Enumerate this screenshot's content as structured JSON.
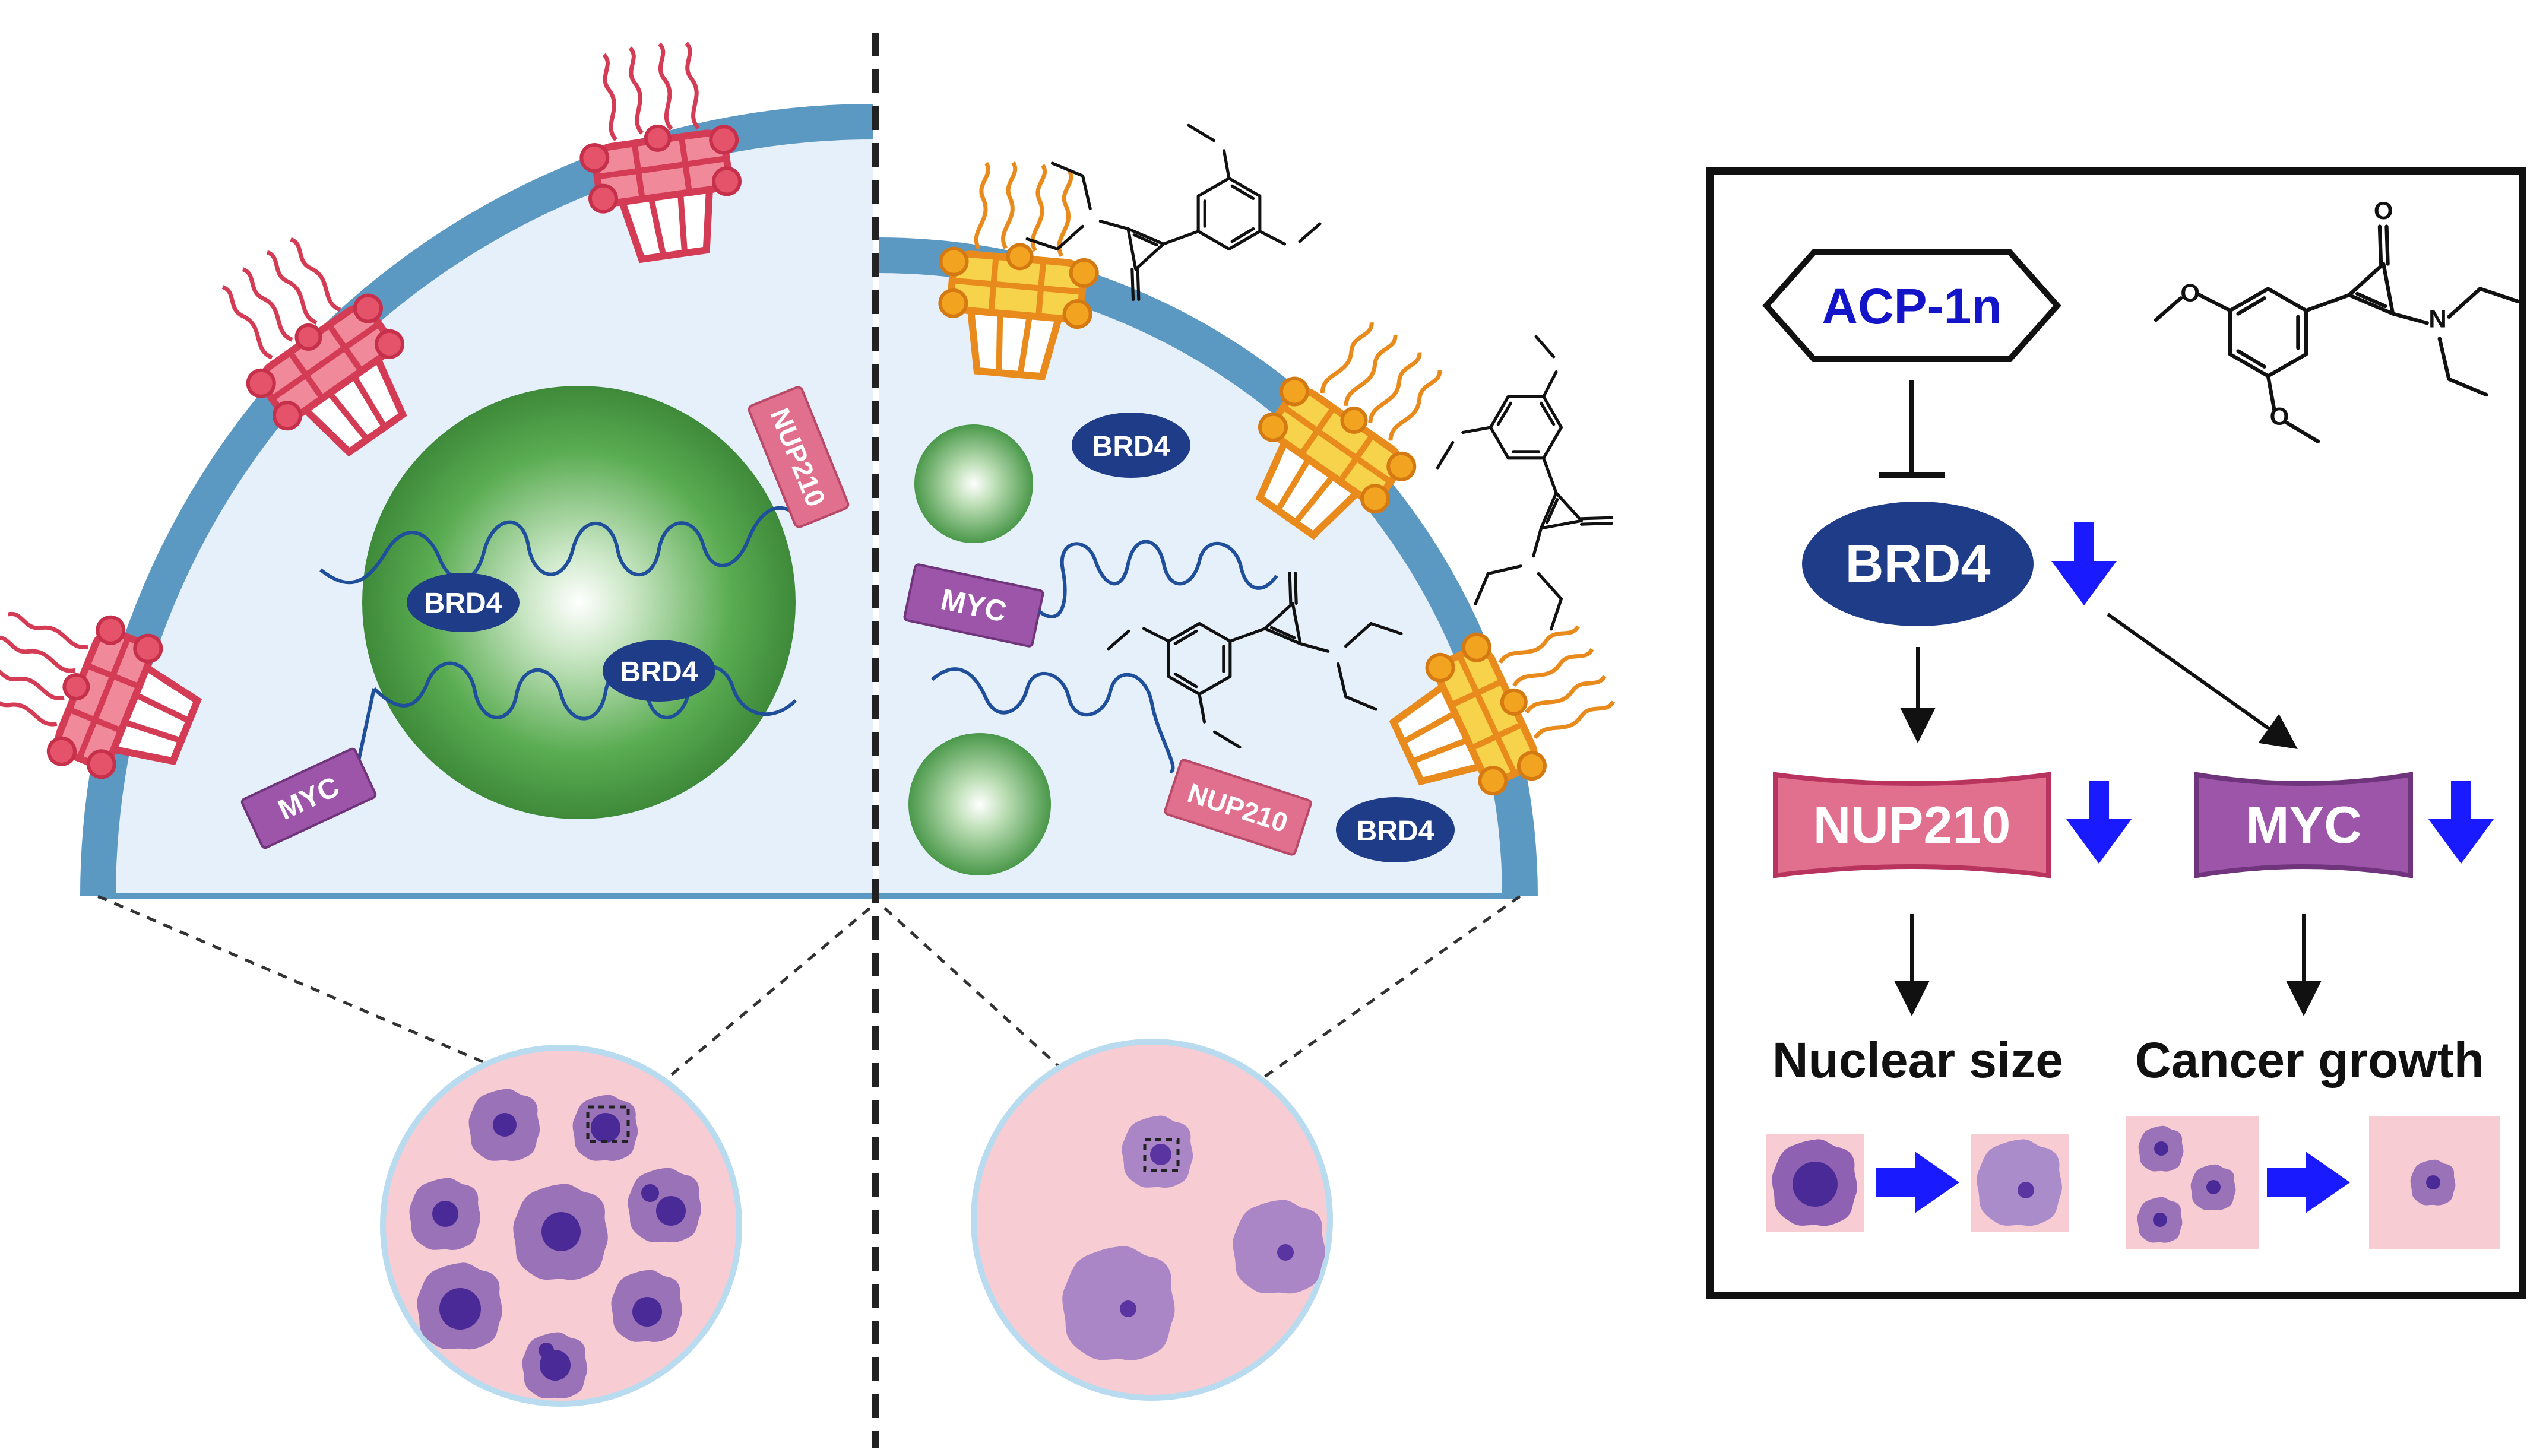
{
  "proteins": {
    "brd4": "BRD4",
    "myc": "MYC",
    "nup210": "NUP210"
  },
  "panel": {
    "drug": "ACP-1n",
    "brd4": "BRD4",
    "nup210": "NUP210",
    "myc": "MYC",
    "outcome_left": "Nuclear size",
    "outcome_right": "Cancer growth"
  },
  "molecule": {
    "oxygen": "O",
    "nitrogen": "N"
  },
  "colors": {
    "membrane": "#5b98c2",
    "cytoplasm": "#e6f0fa",
    "nucleus": "#4e9e48",
    "brd4": "#1f3c88",
    "myc": "#9c55a8",
    "nup210": "#e0708e",
    "pore_control": "#e5536a",
    "pore_treated": "#f2b22a",
    "tissue": "#f7ccd2",
    "cell": "#9a72b8",
    "down_arrow": "#1a1aff",
    "drug_text": "#1414c8"
  }
}
